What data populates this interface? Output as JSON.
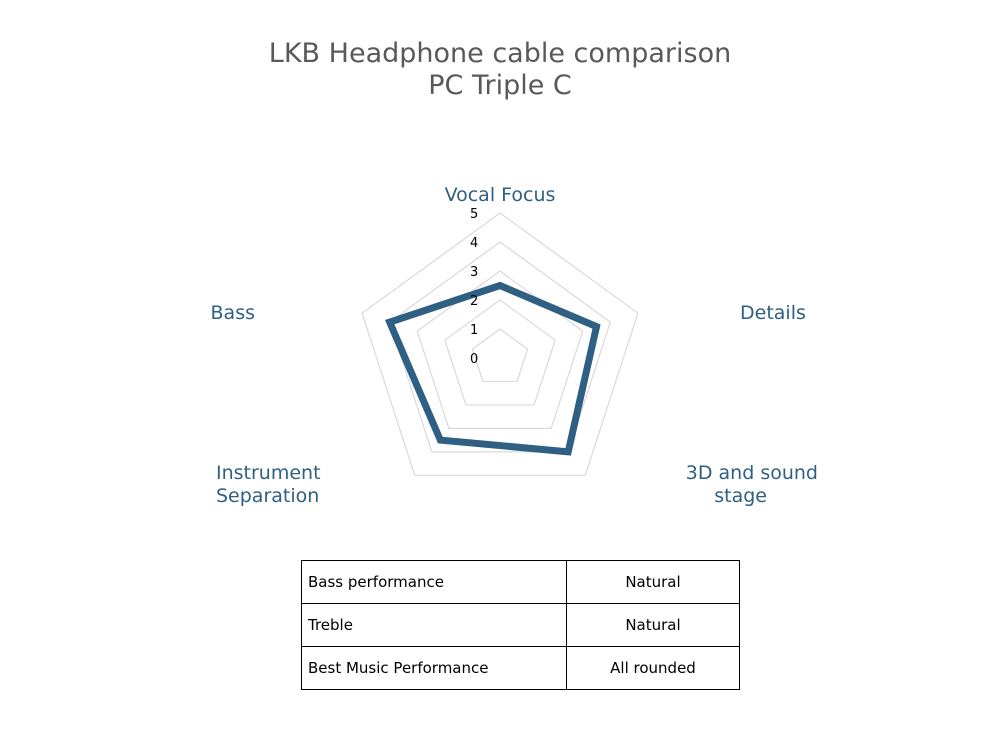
{
  "title": [
    "LKB Headphone cable comparison",
    "PC Triple C"
  ],
  "chart_data": {
    "type": "radar",
    "title": "LKB Headphone cable comparison PC Triple C",
    "axes": [
      "Vocal Focus",
      "Details",
      "3D and sound stage",
      "Instrument Separation",
      "Bass"
    ],
    "rlim": [
      0,
      5
    ],
    "ticks": [
      "0",
      "1",
      "2",
      "3",
      "4",
      "5"
    ],
    "series": [
      {
        "values": [
          2.5,
          3.5,
          4.0,
          3.5,
          4.0
        ],
        "color": "#2f5f82"
      }
    ],
    "grid": true,
    "grid_color": "#d9d9d9"
  },
  "table": {
    "rows": [
      {
        "label": "Bass performance",
        "value": "Natural"
      },
      {
        "label": "Treble",
        "value": "Natural"
      },
      {
        "label": "Best Music Performance",
        "value": "All rounded"
      }
    ]
  }
}
